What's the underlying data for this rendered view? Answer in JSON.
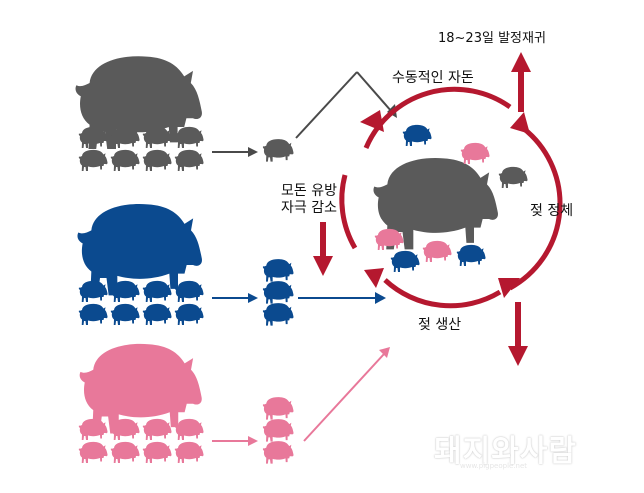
{
  "labels": {
    "relapse": "18~23일 발정재귀",
    "passive_nature": "수동적인 자돈",
    "stim_line1": "모돈 유방",
    "stim_line2": "자극 감소",
    "stagnation": "젖 정체",
    "production": "젖 생산"
  },
  "watermark": {
    "text": "돼지와사람",
    "sub": "www.pigpeople.net"
  },
  "colors": {
    "gray_pig": "#5a5a5a",
    "blue_pig": "#0b4a8f",
    "pink_pig": "#e8789a",
    "cycle_red": "#b5182f",
    "arrow_gray": "#4a4a4a",
    "arrow_pink": "#e8789a"
  }
}
